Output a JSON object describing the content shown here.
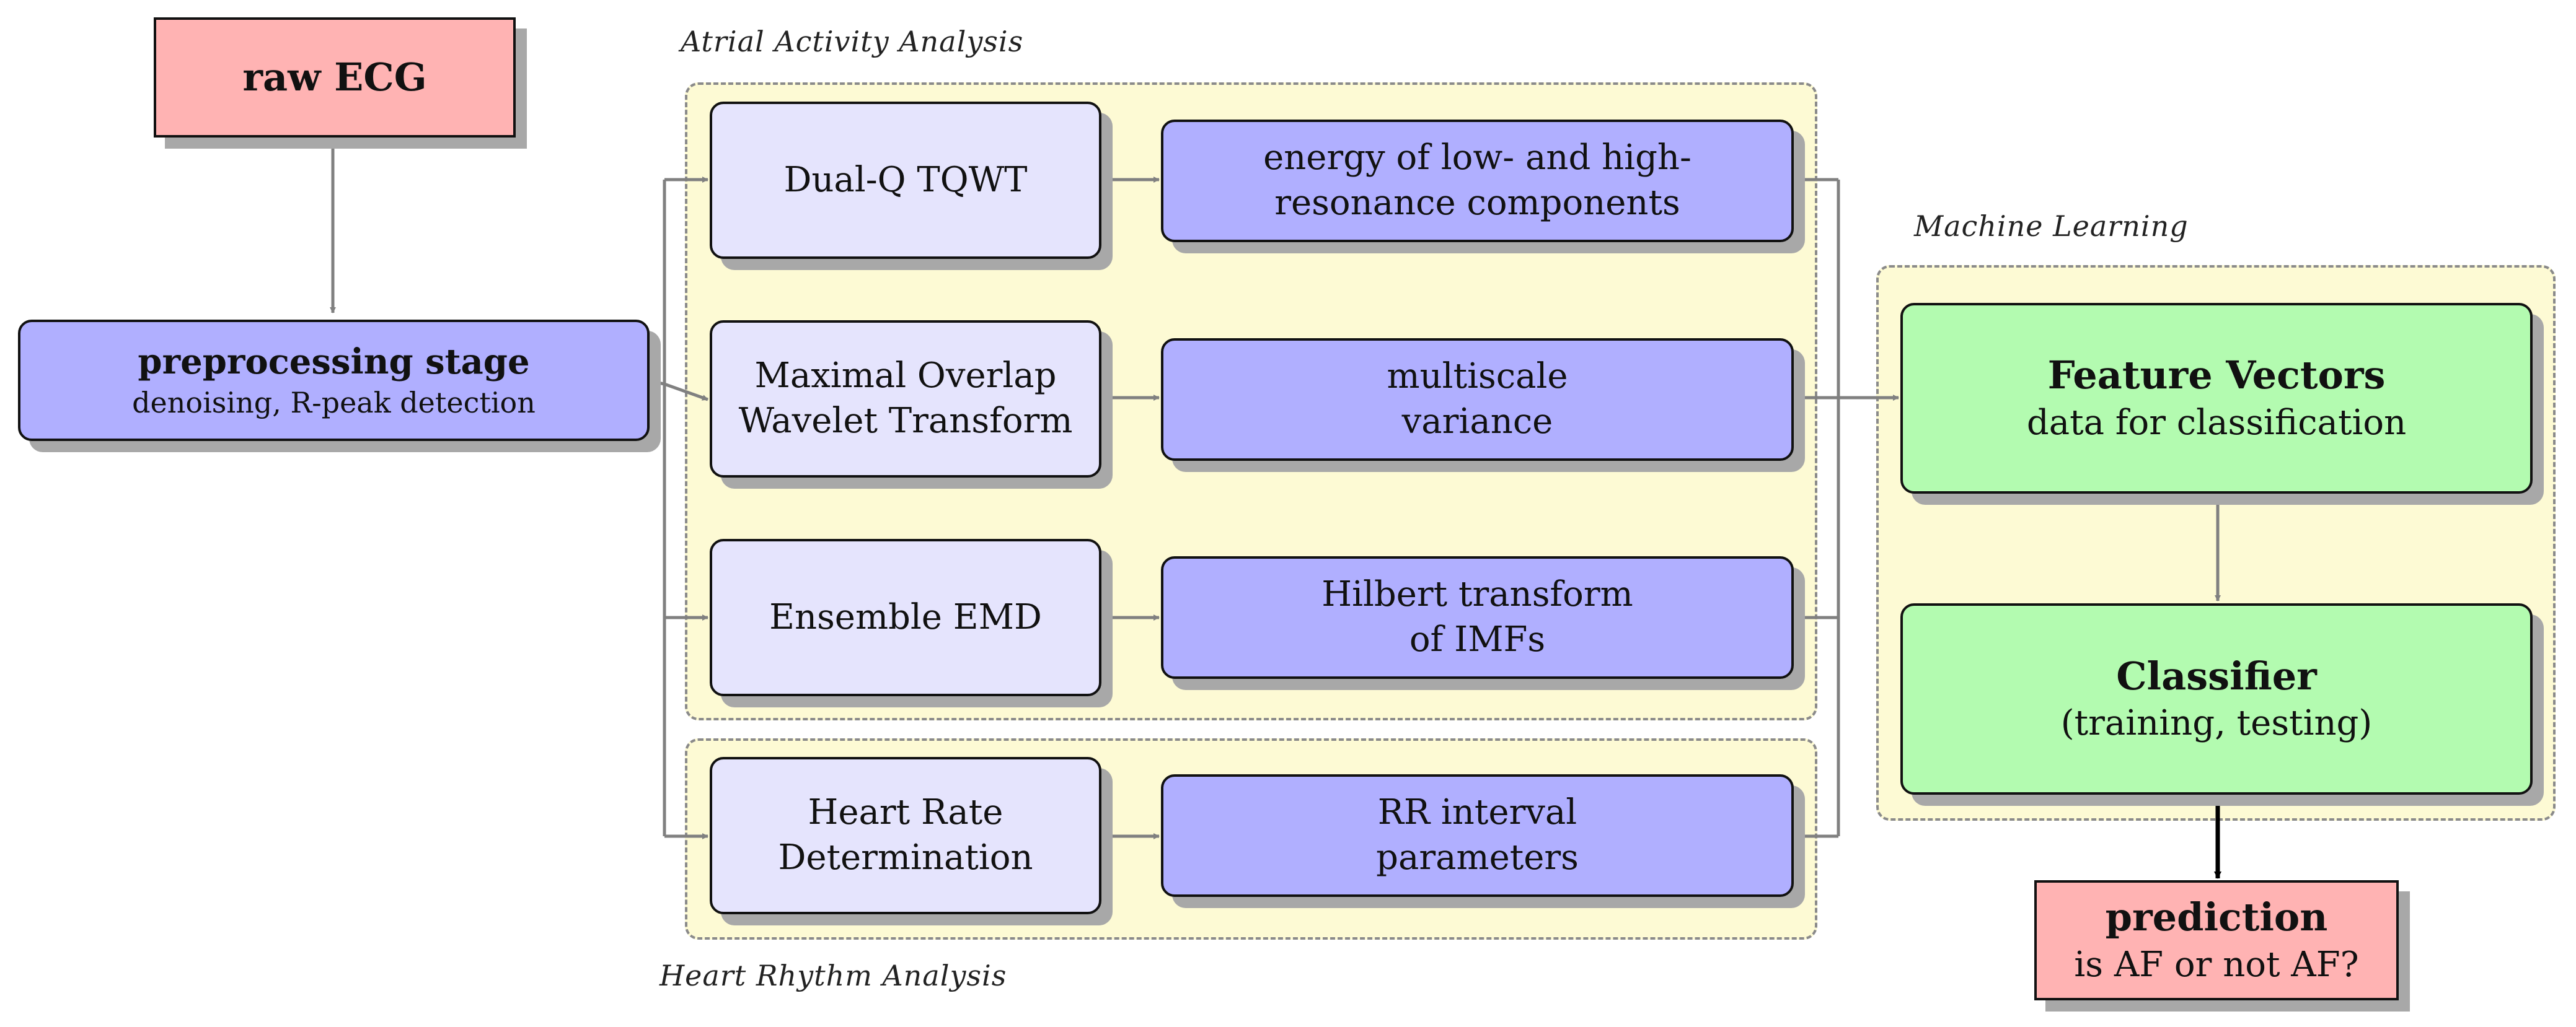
{
  "groups": {
    "atrial": {
      "label": "Atrial Activity Analysis"
    },
    "rhythm": {
      "label": "Heart Rhythm Analysis"
    },
    "ml": {
      "label": "Machine Learning"
    }
  },
  "nodes": {
    "raw_ecg": {
      "title": "raw ECG"
    },
    "preprocessing": {
      "title": "preprocessing stage",
      "subtitle": "denoising, R-peak detection"
    },
    "dual_q": {
      "line1": "Dual-Q TQWT"
    },
    "modwt": {
      "line1": "Maximal Overlap",
      "line2": "Wavelet Transform"
    },
    "eemd": {
      "line1": "Ensemble EMD"
    },
    "hr": {
      "line1": "Heart Rate",
      "line2": "Determination"
    },
    "energy": {
      "line1": "energy of low- and high-",
      "line2": "resonance components"
    },
    "msv": {
      "line1": "multiscale",
      "line2": "variance"
    },
    "hilbert": {
      "line1": "Hilbert transform",
      "line2": "of IMFs"
    },
    "rr": {
      "line1": "RR interval",
      "line2": "parameters"
    },
    "features": {
      "title": "Feature Vectors",
      "subtitle": "data for classification"
    },
    "classifier": {
      "title": "Classifier",
      "subtitle": "(training, testing)"
    },
    "prediction": {
      "title": "prediction",
      "subtitle": "is AF or not AF?"
    }
  },
  "colors": {
    "pink": "#ffb3b3",
    "lavender": "#e5e4fd",
    "blue": "#b0afff",
    "green": "#b3fbb0",
    "group_fill": "#fdfad4",
    "arrow_gray": "#808080",
    "arrow_black": "#000000"
  }
}
